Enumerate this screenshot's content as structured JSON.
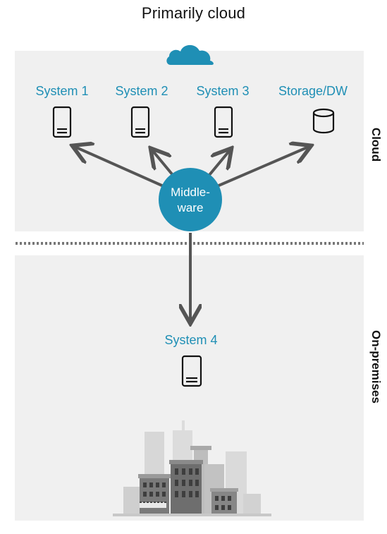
{
  "title": "Primarily cloud",
  "zones": {
    "cloud": "Cloud",
    "onprem": "On-premises"
  },
  "systems": {
    "s1": "System 1",
    "s2": "System 2",
    "s3": "System 3",
    "storage": "Storage/DW",
    "s4": "System 4"
  },
  "middleware": {
    "line1": "Middle-",
    "line2": "ware"
  },
  "colors": {
    "accent": "#1f8fb5",
    "arrow": "#555555",
    "panel": "#f0f0f0"
  },
  "icons": [
    "cloud-icon",
    "server-icon",
    "database-icon",
    "city-buildings-icon"
  ]
}
